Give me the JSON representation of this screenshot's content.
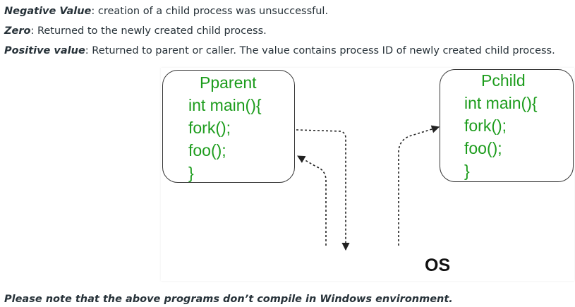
{
  "definitions": [
    {
      "term": "Negative Value",
      "text": ": creation of a child process was unsuccessful."
    },
    {
      "term": "Zero",
      "text": ": Returned to the newly created child process."
    },
    {
      "term": "Positive value",
      "text": ": Returned to parent or caller. The value contains process ID of newly created child process."
    }
  ],
  "diagram": {
    "parent": {
      "title": "Pparent",
      "lines": [
        "int main(){",
        "fork();",
        "foo();",
        "}"
      ]
    },
    "child": {
      "title": "Pchild",
      "lines": [
        "int main(){",
        "fork();",
        "foo();",
        "}"
      ]
    },
    "os_label": "OS",
    "text_color": "#1c9c1c"
  },
  "note": "Please note that the above programs don’t compile in Windows environment."
}
